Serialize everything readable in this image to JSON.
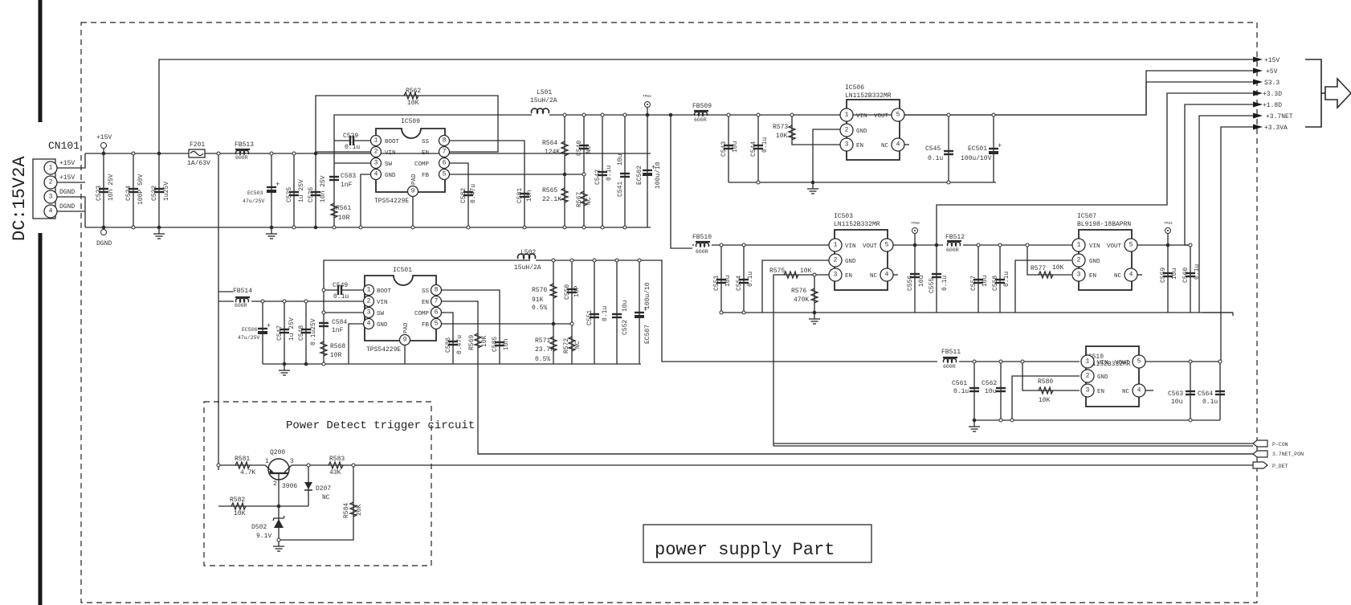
{
  "sheet": {
    "title": "power supply Part",
    "input_label": "DC:15V2A",
    "sub_block_title": "Power Detect trigger circuit"
  },
  "connector": {
    "ref": "CN101",
    "pins": [
      {
        "num": "1",
        "net": "+15V"
      },
      {
        "num": "2",
        "net": "+15V"
      },
      {
        "num": "3",
        "net": "DGND"
      },
      {
        "num": "4",
        "net": "DGND"
      }
    ],
    "rail_top": "+15V",
    "rail_bottom": "DGND"
  },
  "input_filter": {
    "C533": {
      "ref": "C533",
      "value": "10n 25V"
    },
    "C534": {
      "ref": "C534",
      "value": "100P 50V"
    },
    "C532": {
      "ref": "C532",
      "value": "1u25V"
    },
    "F201": {
      "ref": "F201",
      "value": "1A/63V"
    },
    "FB513": {
      "ref": "FB513",
      "value": "600R"
    },
    "EC503": {
      "ref": "EC503",
      "value": "47u/25V"
    },
    "C535": {
      "ref": "C535",
      "value": "1u 25V"
    },
    "C536": {
      "ref": "C536",
      "value": "10n 25V"
    }
  },
  "ic509": {
    "ref": "IC509",
    "part": "TPS54229E",
    "pins_left": [
      {
        "num": "1",
        "name": "BOOT"
      },
      {
        "num": "2",
        "name": "VIN"
      },
      {
        "num": "3",
        "name": "SW"
      },
      {
        "num": "4",
        "name": "GND"
      }
    ],
    "pins_right": [
      {
        "num": "8",
        "name": "SS"
      },
      {
        "num": "7",
        "name": "EN"
      },
      {
        "num": "6",
        "name": "COMP"
      },
      {
        "num": "5",
        "name": "FB"
      }
    ],
    "pad": {
      "num": "9",
      "name": "PAD"
    },
    "R562": {
      "ref": "R562",
      "value": "10K"
    },
    "C539": {
      "ref": "C539",
      "value": "0.1u"
    },
    "C583": {
      "ref": "C583",
      "value": "1nF"
    },
    "R561": {
      "ref": "R561",
      "value": "10R"
    },
    "C582": {
      "ref": "C582",
      "value": "0.47u"
    },
    "C581": {
      "ref": "C581",
      "value": "10n"
    },
    "L501": {
      "ref": "L501",
      "value": "15uH/2A"
    },
    "R564": {
      "ref": "R564",
      "value": "124K"
    },
    "R565": {
      "ref": "R565",
      "value": "22.1K"
    },
    "C540": {
      "ref": "C540",
      "value": "NC"
    },
    "R567": {
      "ref": "R567",
      "value": "NC"
    },
    "C542": {
      "ref": "C542",
      "value": "0.1u"
    },
    "C541": {
      "ref": "C541",
      "value": "10u"
    },
    "EC502": {
      "ref": "EC502",
      "value": "100u/10"
    },
    "TP": "TP82"
  },
  "ic501": {
    "ref": "IC501",
    "part": "TPS54229E",
    "pins_left": [
      {
        "num": "1",
        "name": "BOOT"
      },
      {
        "num": "2",
        "name": "VIN"
      },
      {
        "num": "3",
        "name": "SW"
      },
      {
        "num": "4",
        "name": "GND"
      }
    ],
    "pins_right": [
      {
        "num": "8",
        "name": "SS"
      },
      {
        "num": "7",
        "name": "EN"
      },
      {
        "num": "6",
        "name": "COMP"
      },
      {
        "num": "5",
        "name": "FB"
      }
    ],
    "pad": {
      "num": "9",
      "name": "PAD"
    },
    "FB514": {
      "ref": "FB514",
      "value": "600R"
    },
    "EC506": {
      "ref": "EC506",
      "value": "47u/25V"
    },
    "C547": {
      "ref": "C547",
      "value": "1u 25V"
    },
    "C548": {
      "ref": "C548",
      "value": "0.1u25V"
    },
    "C549": {
      "ref": "C549",
      "value": "0.1u"
    },
    "C584": {
      "ref": "C584",
      "value": "1nF"
    },
    "R568": {
      "ref": "R568",
      "value": "10R"
    },
    "C586": {
      "ref": "C586",
      "value": "0.47u"
    },
    "R569": {
      "ref": "R569",
      "value": "10K"
    },
    "C585": {
      "ref": "C585",
      "value": "10n"
    },
    "L502": {
      "ref": "L502",
      "value": "15uH/2A"
    },
    "R570": {
      "ref": "R570",
      "value": "91K",
      "tol": "0.5%"
    },
    "R571": {
      "ref": "R571",
      "value": "23.7K",
      "tol": "0.5%"
    },
    "C550": {
      "ref": "C550",
      "value": "10P"
    },
    "R572": {
      "ref": "R572",
      "value": "NC"
    },
    "C551": {
      "ref": "C551",
      "value": "0.1u"
    },
    "C552": {
      "ref": "C552",
      "value": "10u"
    },
    "EC507": {
      "ref": "EC507",
      "value": "100u/10"
    }
  },
  "ic506": {
    "ref": "IC506",
    "part": "LN1152B332MR",
    "pins_left": [
      {
        "num": "1",
        "name": "VIN"
      },
      {
        "num": "2",
        "name": "GND"
      },
      {
        "num": "3",
        "name": "EN"
      }
    ],
    "pins_right": [
      {
        "num": "5",
        "name": "VOUT"
      },
      {
        "num": "4",
        "name": "NC"
      }
    ],
    "FB509": {
      "ref": "FB509",
      "value": "600R"
    },
    "C543": {
      "ref": "C543",
      "value": "10u"
    },
    "C544": {
      "ref": "C544",
      "value": "0.1u"
    },
    "R573": {
      "ref": "R573",
      "value": "10K"
    },
    "C545": {
      "ref": "C545",
      "value": "0.1u"
    },
    "EC501": {
      "ref": "EC501",
      "value": "100u/10V"
    }
  },
  "ic503": {
    "ref": "IC503",
    "part": "LN1152B332MR",
    "pins_left": [
      {
        "num": "1",
        "name": "VIN"
      },
      {
        "num": "2",
        "name": "GND"
      },
      {
        "num": "3",
        "name": "EN"
      }
    ],
    "pins_right": [
      {
        "num": "5",
        "name": "VOUT"
      },
      {
        "num": "4",
        "name": "NC"
      }
    ],
    "FB510": {
      "ref": "FB510",
      "value": "600R"
    },
    "C553": {
      "ref": "C553",
      "value": "10u"
    },
    "C554": {
      "ref": "C554",
      "value": "0.1u"
    },
    "R575": {
      "ref": "R575",
      "value": "10K"
    },
    "R576": {
      "ref": "R576",
      "value": "470K"
    },
    "C556": {
      "ref": "C556",
      "value": "10u"
    },
    "C555": {
      "ref": "C555",
      "value": "0.1u"
    },
    "TP": "TP80"
  },
  "ic507": {
    "ref": "IC507",
    "part": "BL9198-18BAPRN",
    "pins_left": [
      {
        "num": "1",
        "name": "VIN"
      },
      {
        "num": "2",
        "name": "GND"
      },
      {
        "num": "3",
        "name": "EN"
      }
    ],
    "pins_right": [
      {
        "num": "5",
        "name": "VOUT"
      },
      {
        "num": "4",
        "name": "NC"
      }
    ],
    "FB512": {
      "ref": "FB512",
      "value": "600R"
    },
    "C557": {
      "ref": "C557",
      "value": "10u"
    },
    "C558": {
      "ref": "C558",
      "value": "0.1u"
    },
    "R577": {
      "ref": "R577",
      "value": "10K"
    },
    "C559": {
      "ref": "C559",
      "value": "10u"
    },
    "C560": {
      "ref": "C560",
      "value": "0.1u"
    },
    "TP": "TP81"
  },
  "ic510": {
    "ref": "IC510",
    "part": "LN1152B332MR",
    "pins_left": [
      {
        "num": "1",
        "name": "VIN"
      },
      {
        "num": "2",
        "name": "GND"
      },
      {
        "num": "3",
        "name": "EN"
      }
    ],
    "pins_right": [
      {
        "num": "5",
        "name": "VOUT"
      },
      {
        "num": "4",
        "name": "NC"
      }
    ],
    "FB511": {
      "ref": "FB511",
      "value": "600R"
    },
    "C561": {
      "ref": "C561",
      "value": "0.1u"
    },
    "C562": {
      "ref": "C562",
      "value": "10u"
    },
    "R580": {
      "ref": "R580",
      "value": "10K"
    },
    "C563": {
      "ref": "C563",
      "value": "10u"
    },
    "C564": {
      "ref": "C564",
      "value": "0.1u"
    }
  },
  "power_detect": {
    "R581": {
      "ref": "R581",
      "value": "4.7K"
    },
    "Q200": {
      "ref": "Q200",
      "value": "3906",
      "pin_b": "2",
      "pin_e": "1",
      "pin_c": "3"
    },
    "R583": {
      "ref": "R583",
      "value": "43K"
    },
    "D207": {
      "ref": "D207",
      "value": "NC"
    },
    "R582": {
      "ref": "R582",
      "value": "10K"
    },
    "D502": {
      "ref": "D502",
      "value": "9.1V"
    },
    "R584": {
      "ref": "R584",
      "value": "20K"
    }
  },
  "outputs": [
    {
      "net": "+15V"
    },
    {
      "net": "+5V"
    },
    {
      "net": "S3.3"
    },
    {
      "net": "+3.3D"
    },
    {
      "net": "+1.8D"
    },
    {
      "net": "+3.7NET"
    },
    {
      "net": "+3.3VA"
    }
  ],
  "ports": [
    {
      "net": "P-CON",
      "dir": "in"
    },
    {
      "net": "3.7NET_PON",
      "dir": "in"
    },
    {
      "net": "P_DET",
      "dir": "out"
    }
  ]
}
